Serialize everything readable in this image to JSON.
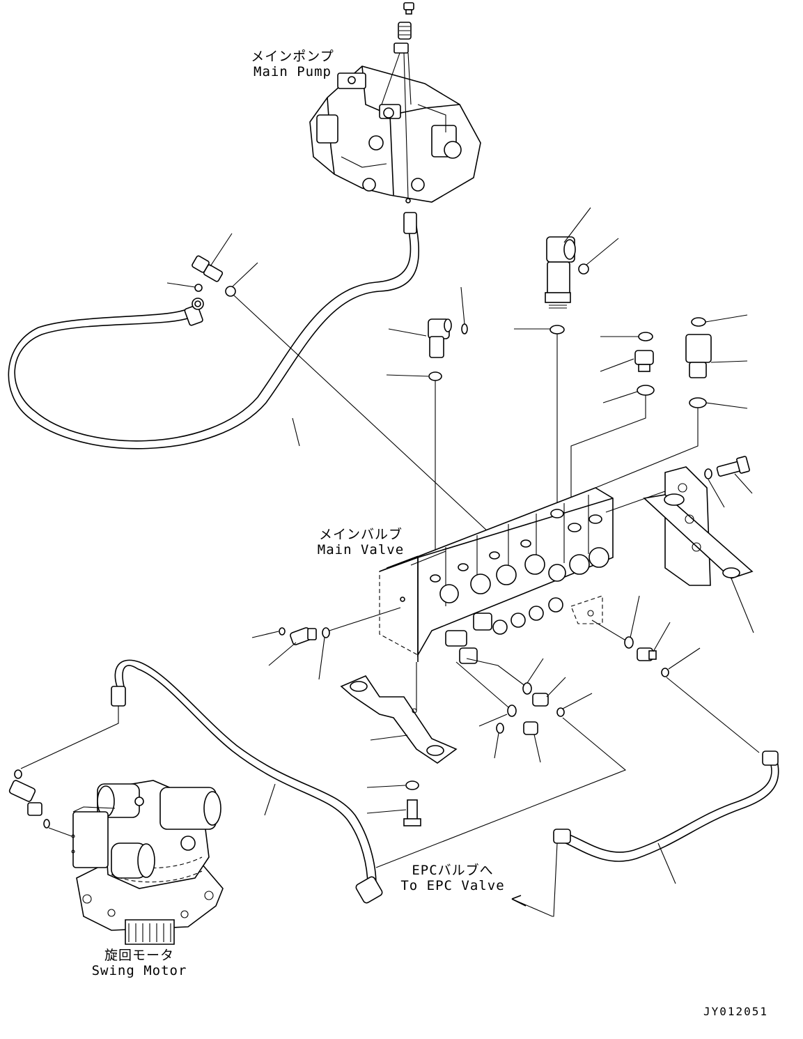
{
  "labels": {
    "main_pump": {
      "jp": "メインポンプ",
      "en": "Main Pump"
    },
    "main_valve": {
      "jp": "メインバルブ",
      "en": "Main Valve"
    },
    "swing_motor": {
      "jp": "旋回モータ",
      "en": "Swing Motor"
    },
    "epc_valve": {
      "jp": "EPCバルブへ",
      "en": "To EPC Valve"
    }
  },
  "drawing_code": "JY012051",
  "colors": {
    "ink": "#000000",
    "paper": "#ffffff"
  }
}
